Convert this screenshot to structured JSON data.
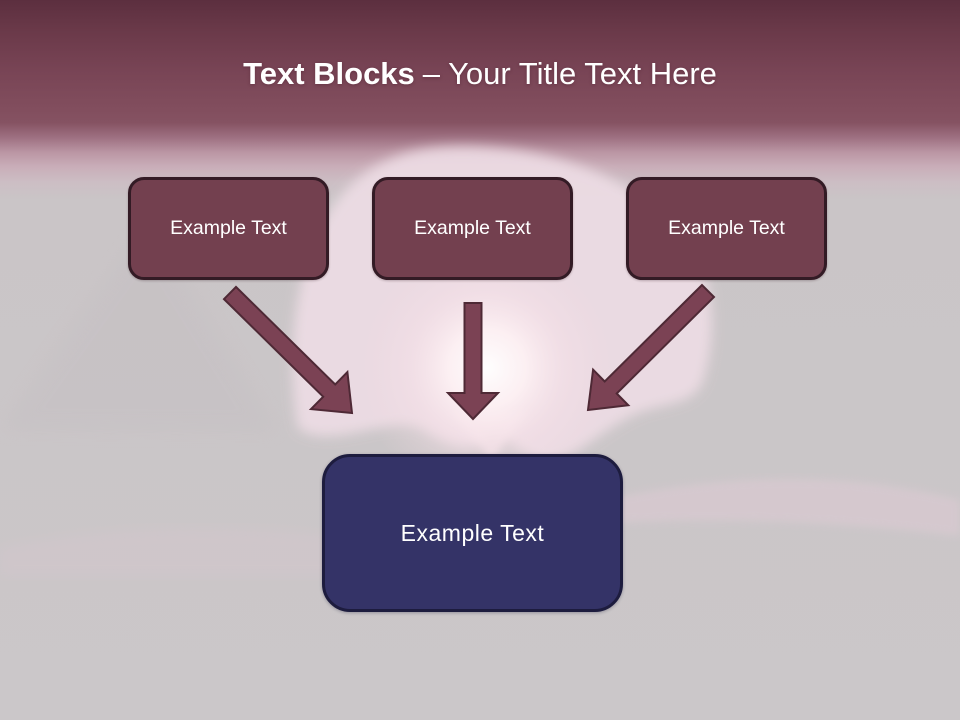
{
  "title": {
    "bold": "Text Blocks",
    "rest": "– Your Title Text Here"
  },
  "top_blocks": [
    {
      "label": "Example Text"
    },
    {
      "label": "Example Text"
    },
    {
      "label": "Example Text"
    }
  ],
  "bottom_block": {
    "label": "Example Text"
  },
  "colors": {
    "header_maroon": "#5c2f3f",
    "block_fill": "#73404f",
    "block_border": "#331b25",
    "bottom_block_fill": "#343367",
    "bottom_block_border": "#1d1c3e",
    "arrow_fill": "#7b4254",
    "arrow_outline": "#4e2935",
    "background_gray": "#cac6c8",
    "title_text": "#ffffff"
  }
}
